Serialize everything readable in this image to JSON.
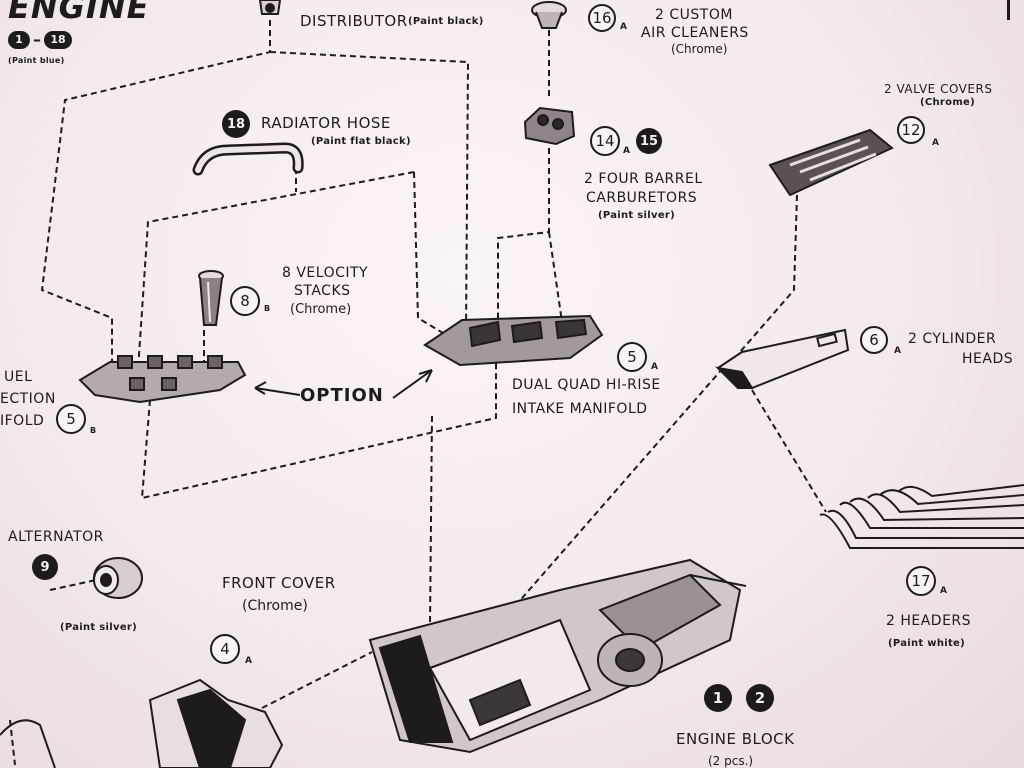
{
  "header": {
    "title": "ENGINE",
    "range_from": "1",
    "range_dash": "–",
    "range_to": "18",
    "range_note": "(Paint blue)"
  },
  "callouts": {
    "distributor": {
      "label": "DISTRIBUTOR",
      "paint": "(Paint black)"
    },
    "air_cleaners": {
      "number": "16",
      "suffix": "A",
      "line1": "2 CUSTOM",
      "line2": "AIR CLEANERS",
      "paint": "(Chrome)"
    },
    "radiator_hose": {
      "number": "18",
      "label": "RADIATOR HOSE",
      "paint": "(Paint flat black)"
    },
    "carburetors": {
      "number_a": "14",
      "suffix": "A",
      "number_b": "15",
      "line1": "2 FOUR BARREL",
      "line2": "CARBURETORS",
      "paint": "(Paint silver)"
    },
    "valve_covers": {
      "number": "12",
      "suffix": "A",
      "line1": "2 VALVE COVERS",
      "paint": "(Chrome)"
    },
    "velocity_stacks": {
      "number": "8",
      "suffix": "B",
      "line1": "8 VELOCITY",
      "line2": "STACKS",
      "paint": "(Chrome)"
    },
    "cylinder_heads": {
      "number": "6",
      "suffix": "A",
      "line1": "2 CYLINDER",
      "line2": "HEADS"
    },
    "fuel_injection": {
      "line1": "UEL",
      "line2": "ECTION",
      "line3": "IFOLD",
      "number": "5",
      "suffix": "B"
    },
    "option": {
      "label": "OPTION"
    },
    "intake_manifold": {
      "number": "5",
      "suffix": "A",
      "line1": "DUAL QUAD HI-RISE",
      "line2": "INTAKE MANIFOLD"
    },
    "alternator": {
      "number": "9",
      "label": "ALTERNATOR",
      "paint": "(Paint silver)"
    },
    "front_cover": {
      "number": "4",
      "suffix": "A",
      "line1": "FRONT COVER",
      "paint": "(Chrome)"
    },
    "headers": {
      "number": "17",
      "suffix": "A",
      "line1": "2 HEADERS",
      "paint": "(Paint white)"
    },
    "engine_block": {
      "number_a": "1",
      "number_b": "2",
      "label": "ENGINE BLOCK",
      "paint": "(2 pcs.)"
    }
  },
  "colors": {
    "ink": "#1e1b1e",
    "paper": "#f5ecf0"
  },
  "icons": [
    "distributor-part-icon",
    "air-cleaner-part-icon",
    "carburetor-part-icon",
    "radiator-hose-part-icon",
    "valve-cover-part-icon",
    "velocity-stack-part-icon",
    "fuel-injection-manifold-part-icon",
    "intake-manifold-part-icon",
    "cylinder-head-part-icon",
    "headers-part-icon",
    "alternator-part-icon",
    "front-cover-part-icon",
    "engine-block-part-icon"
  ]
}
